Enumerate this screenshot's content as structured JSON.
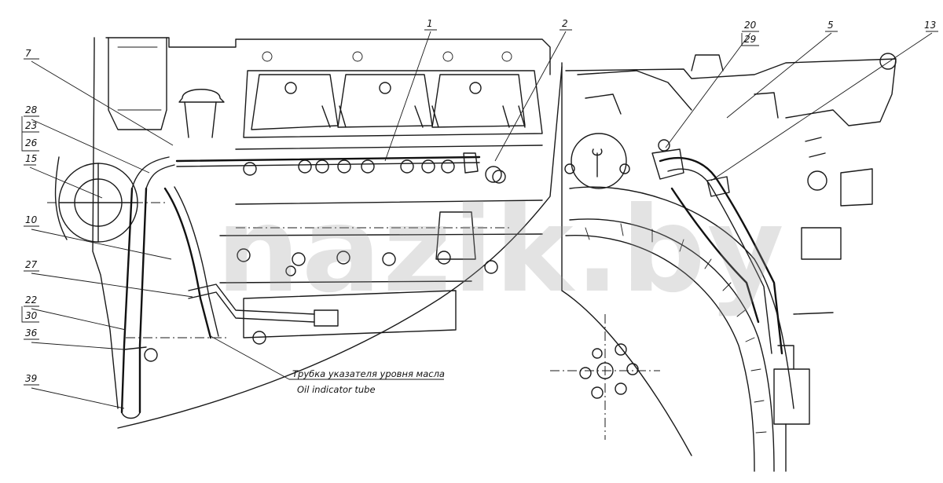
{
  "diagram": {
    "callouts": {
      "c1": "1",
      "c2": "2",
      "c5": "5",
      "c7": "7",
      "c10": "10",
      "c13": "13",
      "c15": "15",
      "c20": "20",
      "c29": "29",
      "c22": "22",
      "c30": "30",
      "c36": "36",
      "c39": "39",
      "c27": "27",
      "c28": "28",
      "c23": "23",
      "c26": "26"
    },
    "caption_ru": "Трубка указателя уровня масла",
    "caption_en": "Oil indicator tube",
    "watermark": "nazik.by"
  }
}
